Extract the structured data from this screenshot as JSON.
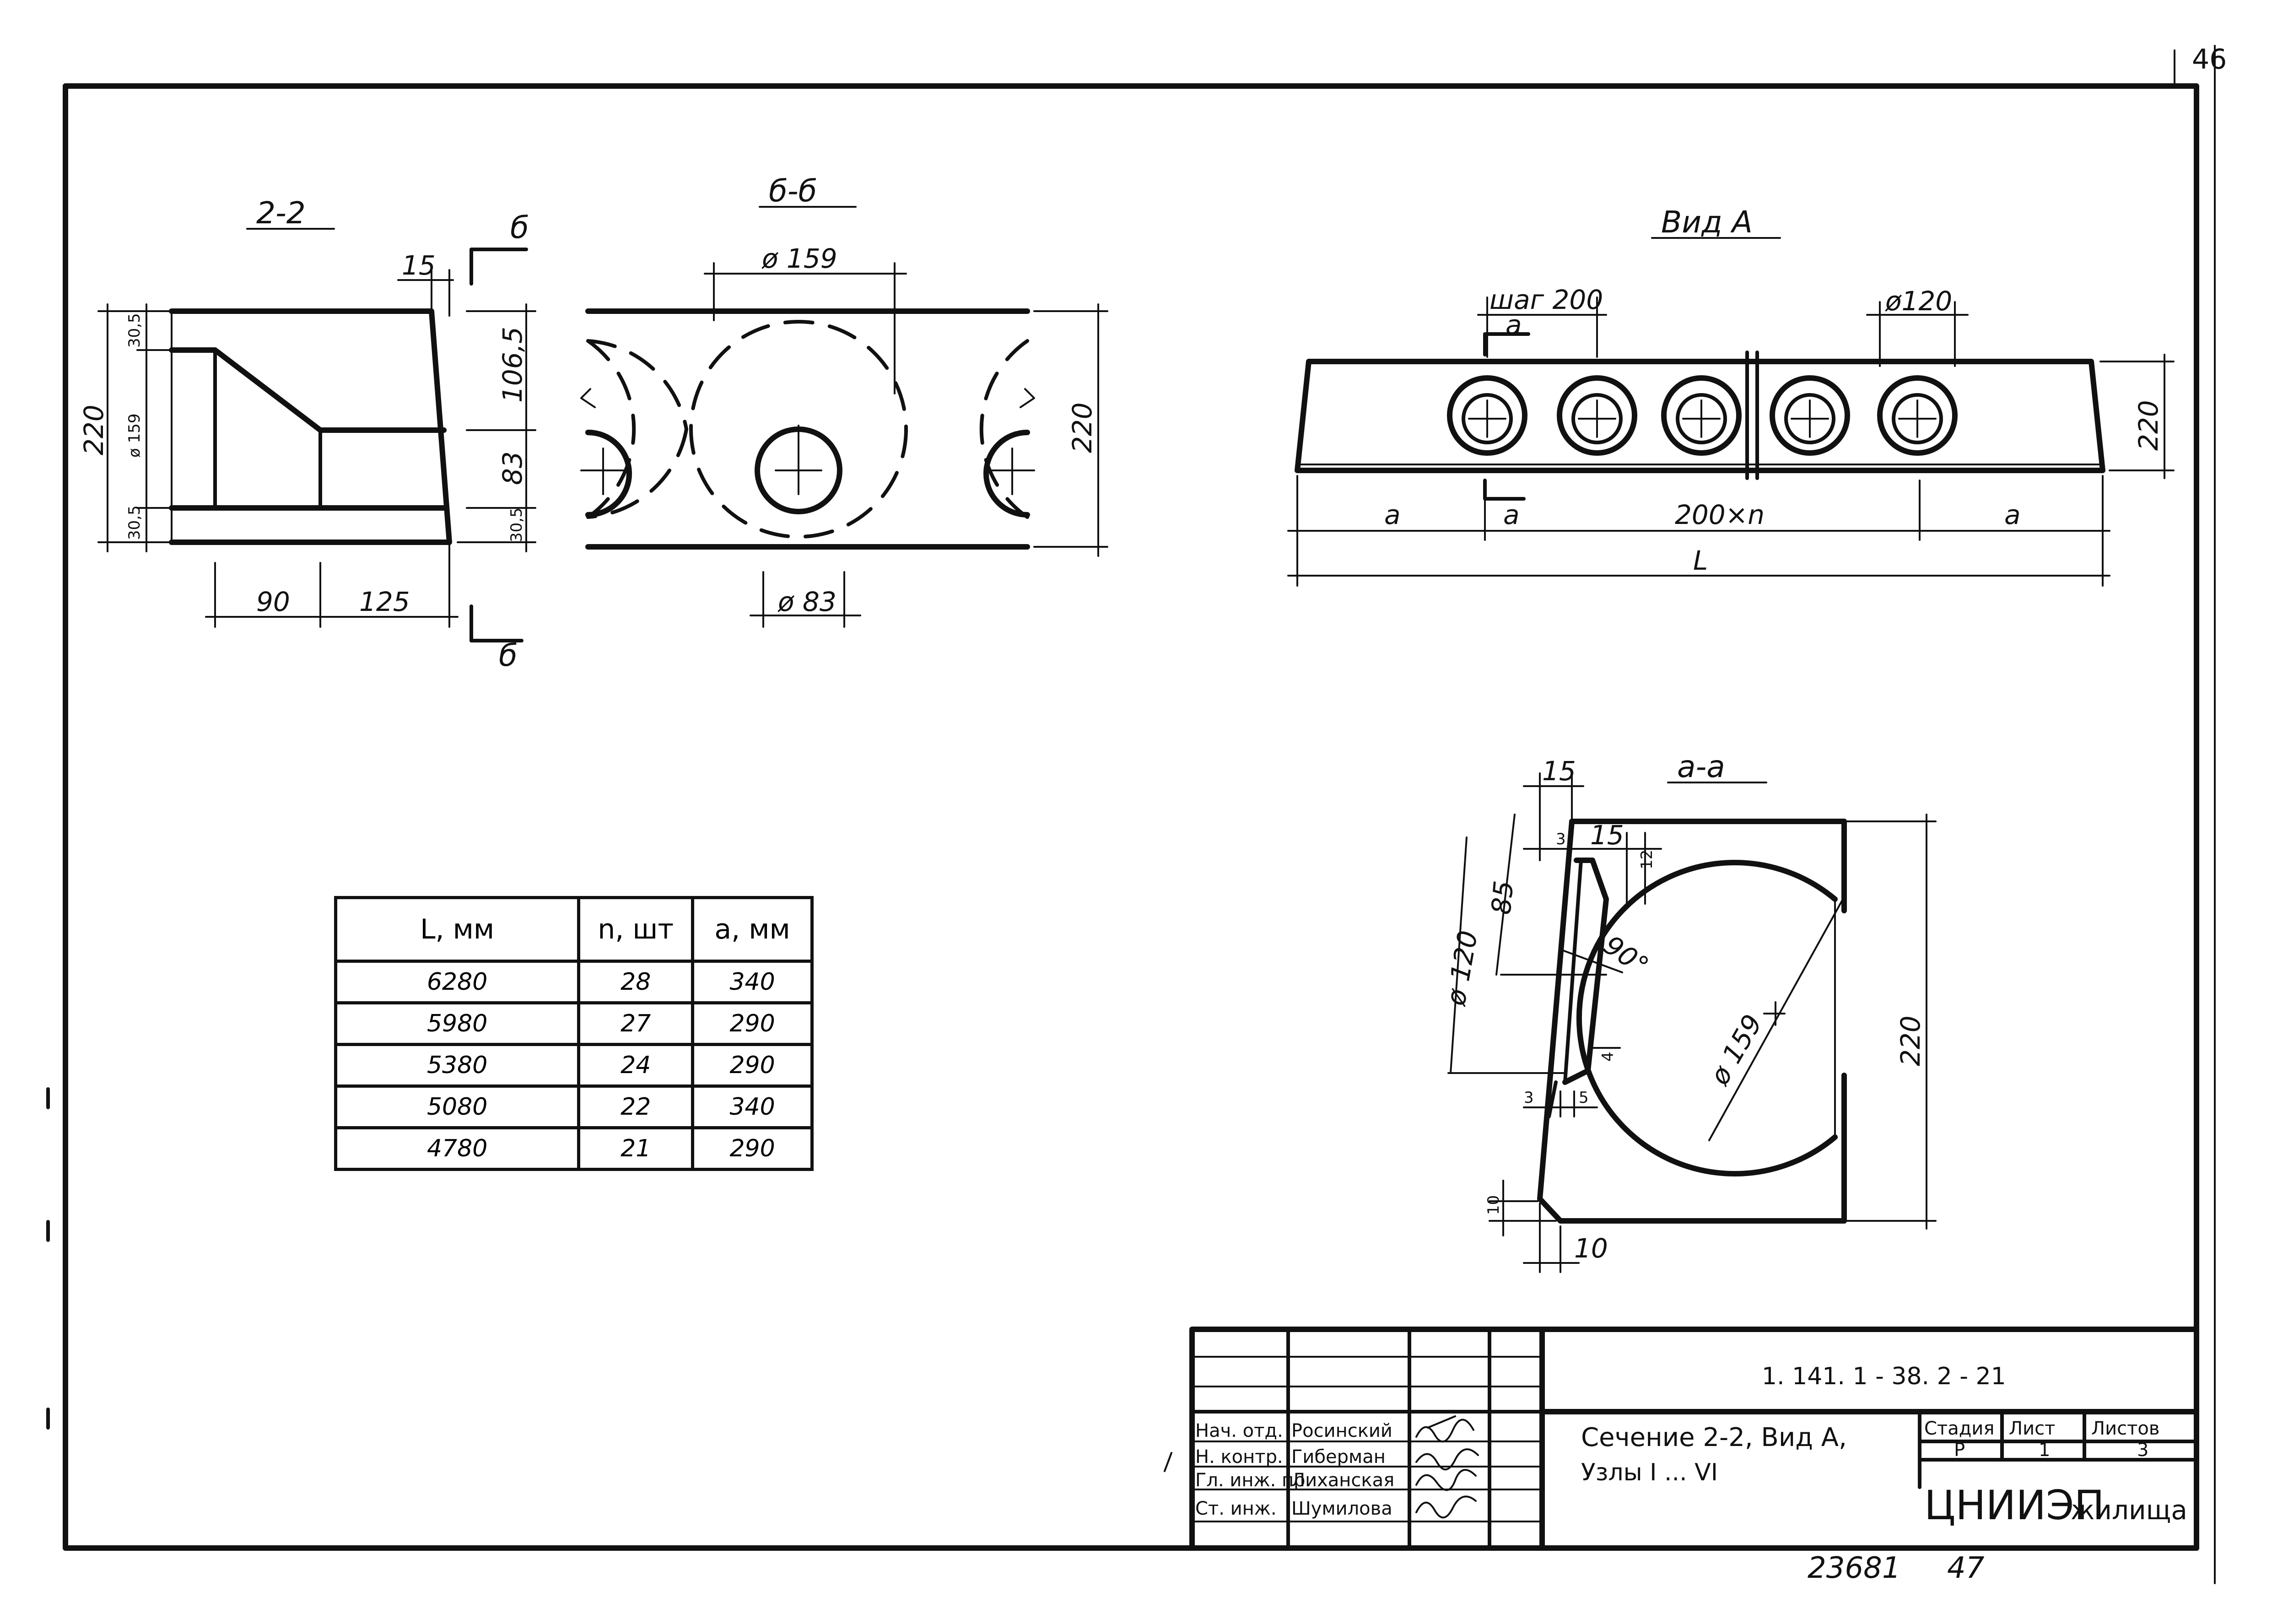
{
  "page_number": "46",
  "sections": {
    "section_2_2": {
      "title": "2-2",
      "cut_mark": "б",
      "dims": {
        "w15": "15",
        "t305_top": "30,5",
        "h220": "220",
        "d159": "ø 159",
        "t305_bottom": "30,5",
        "w90": "90",
        "w125": "125",
        "h106_5": "106,5",
        "h83": "83",
        "t305_right": "30,5"
      }
    },
    "section_b_b": {
      "title": "б-б",
      "dims": {
        "d159": "ø 159",
        "h220": "220",
        "d83": "ø 83"
      }
    },
    "view_a": {
      "title": "Вид А",
      "dims": {
        "step": "шаг 200",
        "a_mark": "а",
        "d120": "ø120",
        "h220": "220",
        "a_left": "а",
        "a_mid": "а",
        "span": "200×n",
        "a_right": "а",
        "total": "L"
      }
    },
    "section_a_a": {
      "title": "а-а",
      "dims": {
        "w15_top": "15",
        "d3_top": "3",
        "w15": "15",
        "w12": "12",
        "h85": "85",
        "d120": "ø 120",
        "angle": "90°",
        "d159": "ø 159",
        "w4": "4",
        "d3_bottom": "3",
        "w5": "5",
        "h220": "220",
        "h10": "10",
        "w10": "10"
      }
    }
  },
  "spec_table": {
    "headers": [
      "L, мм",
      "n, шт",
      "а, мм"
    ],
    "rows": [
      [
        "6280",
        "28",
        "340"
      ],
      [
        "5980",
        "27",
        "290"
      ],
      [
        "5380",
        "24",
        "290"
      ],
      [
        "5080",
        "22",
        "340"
      ],
      [
        "4780",
        "21",
        "290"
      ]
    ]
  },
  "title_block": {
    "doc_code": "1. 141. 1 - 38. 2 - 21",
    "sheet_title_line1": "Сечение 2-2, Вид А,",
    "sheet_title_line2": "Узлы I ... VI",
    "stage_label": "Стадия",
    "sheet_label": "Лист",
    "sheets_label": "Листов",
    "stage_value": "Р",
    "sheet_value": "1",
    "sheets_value": "3",
    "org_name_1": "ЦНИИЭП",
    "org_name_2": "жилища",
    "signatures": [
      {
        "role": "Нач. отд.",
        "name": "Росинский"
      },
      {
        "role": "Н. контр.",
        "name": "Гиберман"
      },
      {
        "role": "Гл. инж. пр.",
        "name": "Лиханская"
      },
      {
        "role": "Ст. инж.",
        "name": "Шумилова"
      }
    ],
    "inventory_number": "23681",
    "format_number": "47"
  }
}
